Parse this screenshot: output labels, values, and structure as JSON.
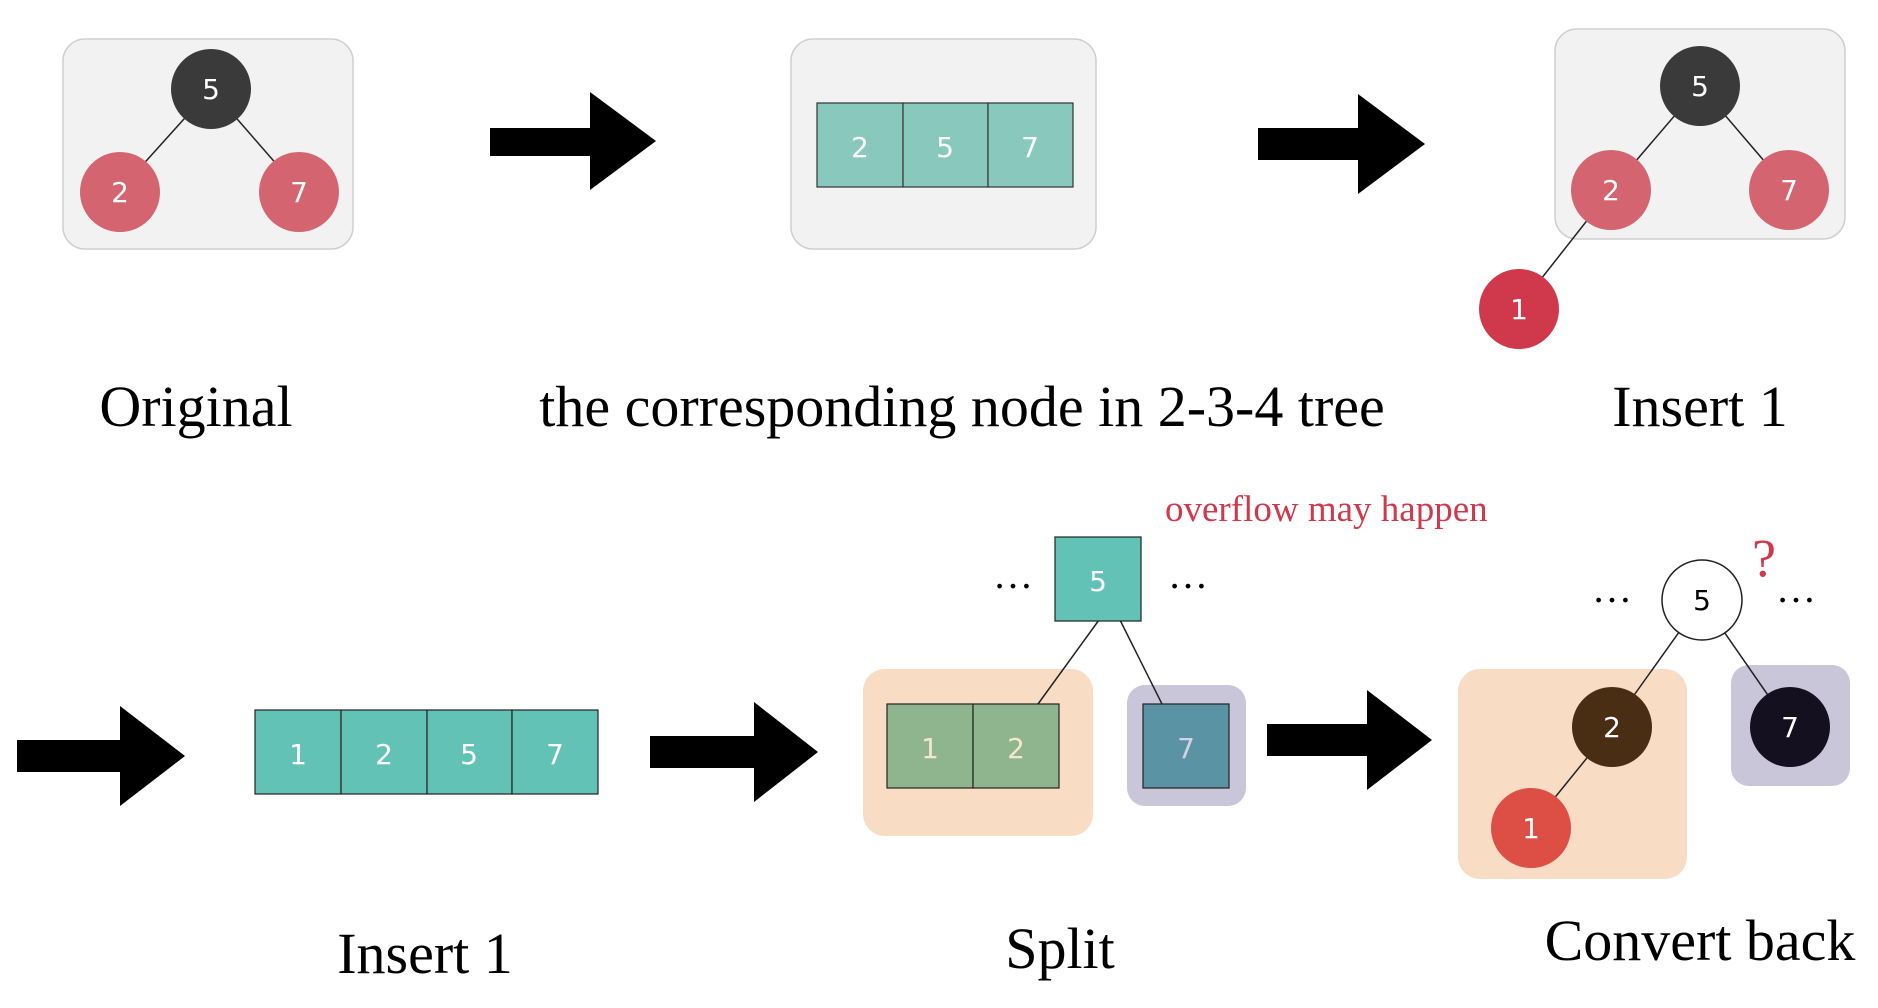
{
  "captions": {
    "original": "Original",
    "corresponding": "the corresponding node in 2-3-4 tree",
    "insert_top": "Insert 1",
    "insert_bottom": "Insert 1",
    "split": "Split",
    "convert_back": "Convert back"
  },
  "note": "overflow may happen",
  "question_mark": "?",
  "ellipsis": "…",
  "original": {
    "root": "5",
    "left": "2",
    "right": "7"
  },
  "corresponding_node": [
    "2",
    "5",
    "7"
  ],
  "insert_top": {
    "root": "5",
    "left": "2",
    "right": "7",
    "new_child": "1"
  },
  "insert_bottom_node": [
    "1",
    "2",
    "5",
    "7"
  ],
  "split": {
    "parent": "5",
    "left_keys": [
      "1",
      "2"
    ],
    "right_keys": [
      "7"
    ]
  },
  "convert_back": {
    "parent": "5",
    "left_root": "2",
    "left_child": "1",
    "right": "7"
  },
  "colors": {
    "black_node": "#3a3a3a",
    "red_node": "#d4646f",
    "bright_red_node": "#d0384b",
    "teal_cell": "#88c8bd",
    "teal_cell_dark": "#62c2b5",
    "group_bg": "#f2f2f2",
    "orange_group": "#f9dcc4",
    "purple_group": "#c9c6da",
    "green_cell": "#8fb58e",
    "blue_cell": "#5a94a4",
    "brown_node": "#4a2e14",
    "navy_node": "#141020",
    "orange_red_node": "#dd4e45",
    "note_red": "#d0384b"
  }
}
